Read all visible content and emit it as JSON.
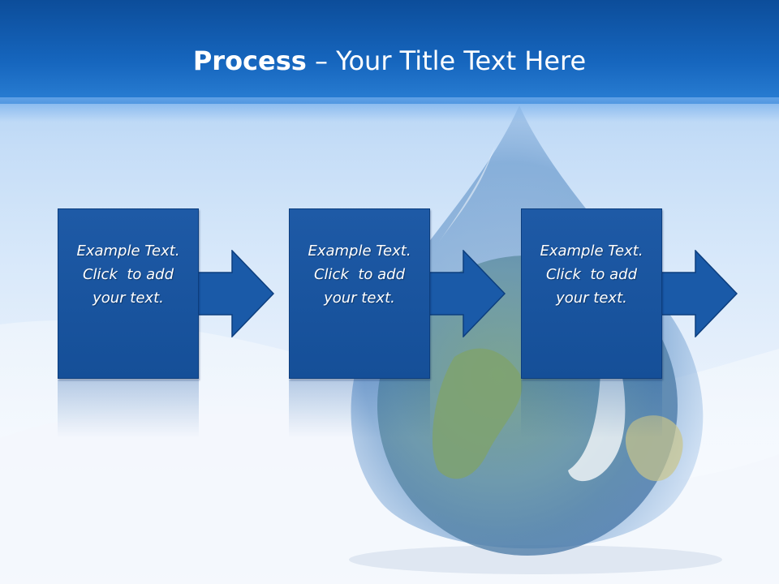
{
  "slide": {
    "title_bold": "Process",
    "title_rest": " – Your Title Text Here"
  },
  "steps": [
    {
      "line1": "Example Text.",
      "line2": "Click  to add",
      "line3": "your text."
    },
    {
      "line1": "Example Text.",
      "line2": "Click  to add",
      "line3": "your text."
    },
    {
      "line1": "Example Text.",
      "line2": "Click  to add",
      "line3": "your text."
    }
  ],
  "colors": {
    "title_bar": "#1666be",
    "step_fill": "#1e5aa6",
    "title_text": "#ffffff"
  },
  "icons": [
    "water-drop-earth-illustration",
    "right-arrow-icon"
  ]
}
